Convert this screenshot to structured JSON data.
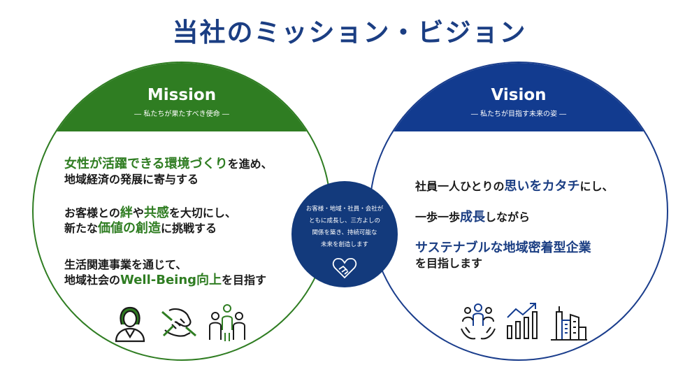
{
  "title": "当社のミッション・ビジョン",
  "mission": {
    "heading": "Mission",
    "subtitle": "― 私たちが果たすべき使命 ―",
    "items": [
      {
        "line1_hl": "女性が活躍できる環境づくり",
        "line1_rest": "を進め、",
        "line2": "地域経済の発展に寄与する"
      },
      {
        "line1_pre": "お客様との",
        "line1_hl1": "絆",
        "line1_mid": "や",
        "line1_hl2": "共感",
        "line1_rest": "を大切にし、",
        "line2_pre": "新たな",
        "line2_hl": "価値の創造",
        "line2_rest": "に挑戦する"
      },
      {
        "line1": "生活関連事業を通じて、",
        "line2_pre": "地域社会の",
        "line2_hl": "Well-Being向上",
        "line2_rest": "を目指す"
      }
    ],
    "icons": [
      "woman-icon",
      "handshake-icon",
      "group-icon"
    ]
  },
  "vision": {
    "heading": "Vision",
    "subtitle": "― 私たちが目指す未来の姿 ―",
    "line1_pre": "社員一人ひとりの",
    "line1_hl": "思いをカタチ",
    "line1_rest": "にし、",
    "line2_pre": "一歩一歩",
    "line2_hl": "成長",
    "line2_rest": "しながら",
    "line3_hl": "サステナブルな地域密着型企業",
    "line4": "を目指します",
    "icons": [
      "people-support-icon",
      "growth-chart-icon",
      "city-buildings-icon"
    ]
  },
  "center": {
    "lines": [
      "お客様・地域・社員・会社が",
      "ともに成長し、三方よしの",
      "関係を築き、持続可能な",
      "未来を創造します"
    ],
    "icon": "heart-handshake-icon"
  },
  "colors": {
    "mission": "#2f7d22",
    "vision": "#123b8f",
    "title": "#1b3e83",
    "center": "#133a7c"
  }
}
